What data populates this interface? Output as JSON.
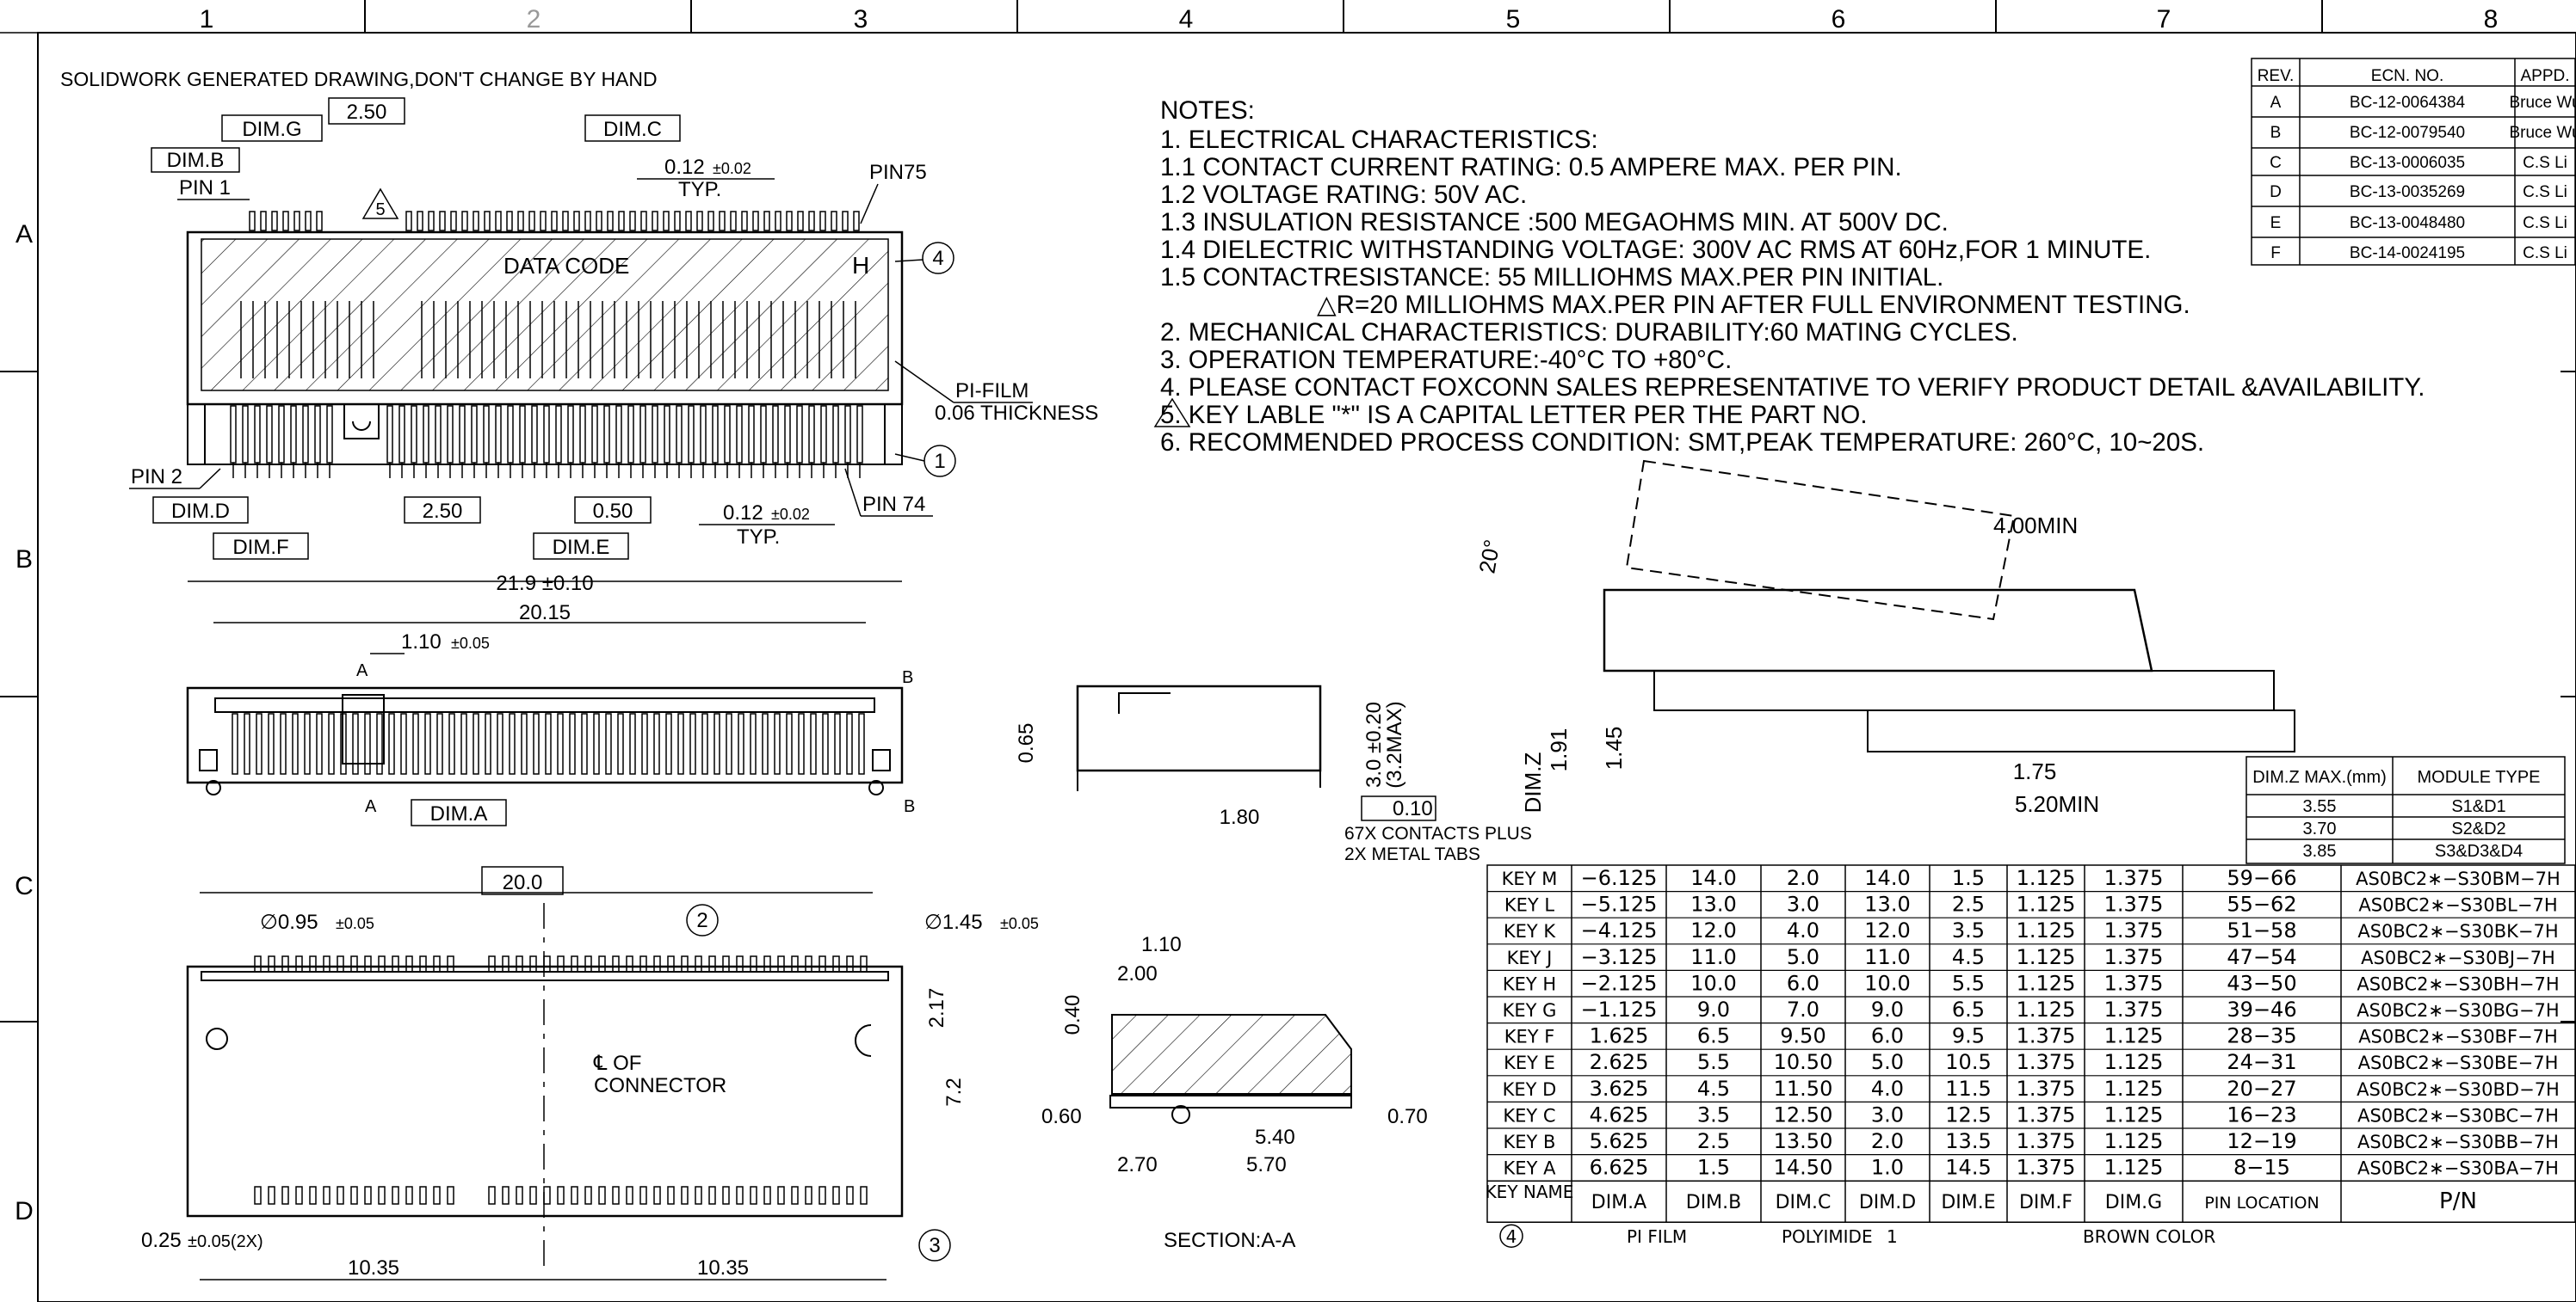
{
  "frame": {
    "col_labels": [
      "1",
      "2",
      "3",
      "4",
      "5",
      "6",
      "7",
      "8"
    ],
    "row_labels": [
      "A",
      "B",
      "C",
      "D"
    ]
  },
  "header_note": "SOLIDWORK GENERATED DRAWING,DON'T CHANGE BY HAND",
  "notes": {
    "title": "NOTES:",
    "lines": [
      "1. ELECTRICAL CHARACTERISTICS:",
      "1.1 CONTACT CURRENT RATING: 0.5 AMPERE MAX. PER PIN.",
      "1.2 VOLTAGE RATING: 50V AC.",
      "1.3 INSULATION RESISTANCE :500 MEGAOHMS MIN. AT 500V DC.",
      "1.4 DIELECTRIC WITHSTANDING VOLTAGE: 300V AC RMS AT 60Hz,FOR 1 MINUTE.",
      "1.5 CONTACTRESISTANCE: 55 MILLIOHMS MAX.PER PIN INITIAL.",
      "△R=20 MILLIOHMS MAX.PER PIN AFTER FULL ENVIRONMENT TESTING.",
      "2. MECHANICAL CHARACTERISTICS: DURABILITY:60 MATING CYCLES.",
      "3. OPERATION TEMPERATURE:-40°C TO +80°C.",
      "4. PLEASE CONTACT FOXCONN SALES REPRESENTATIVE TO VERIFY PRODUCT DETAIL &AVAILABILITY.",
      "5. KEY LABLE \"*\" IS A CAPITAL LETTER PER THE PART NO.",
      "6. RECOMMENDED PROCESS CONDITION: SMT,PEAK TEMPERATURE: 260°C, 10~20S."
    ]
  },
  "revisions": {
    "headers": [
      "REV.",
      "ECN. NO.",
      "APPD."
    ],
    "rows": [
      [
        "A",
        "BC-12-0064384",
        "Bruce Wu"
      ],
      [
        "B",
        "BC-12-0079540",
        "Bruce Wu"
      ],
      [
        "C",
        "BC-13-0006035",
        "C.S Li"
      ],
      [
        "D",
        "BC-13-0035269",
        "C.S Li"
      ],
      [
        "E",
        "BC-13-0048480",
        "C.S Li"
      ],
      [
        "F",
        "BC-14-0024195",
        "C.S Li"
      ]
    ]
  },
  "dimz_table": {
    "headers": [
      "DIM.Z MAX.(mm)",
      "MODULE TYPE"
    ],
    "rows": [
      [
        "3.55",
        "S1&D1"
      ],
      [
        "3.70",
        "S2&D2"
      ],
      [
        "3.85",
        "S3&D3&D4"
      ]
    ]
  },
  "key_table": {
    "rows": [
      [
        "KEY M",
        "−6.125",
        "14.0",
        "2.0",
        "14.0",
        "1.5",
        "1.125",
        "1.375",
        "59−66",
        "AS0BC2∗−S30BM−7H"
      ],
      [
        "KEY L",
        "−5.125",
        "13.0",
        "3.0",
        "13.0",
        "2.5",
        "1.125",
        "1.375",
        "55−62",
        "AS0BC2∗−S30BL−7H"
      ],
      [
        "KEY K",
        "−4.125",
        "12.0",
        "4.0",
        "12.0",
        "3.5",
        "1.125",
        "1.375",
        "51−58",
        "AS0BC2∗−S30BK−7H"
      ],
      [
        "KEY J",
        "−3.125",
        "11.0",
        "5.0",
        "11.0",
        "4.5",
        "1.125",
        "1.375",
        "47−54",
        "AS0BC2∗−S30BJ−7H"
      ],
      [
        "KEY H",
        "−2.125",
        "10.0",
        "6.0",
        "10.0",
        "5.5",
        "1.125",
        "1.375",
        "43−50",
        "AS0BC2∗−S30BH−7H"
      ],
      [
        "KEY G",
        "−1.125",
        "9.0",
        "7.0",
        "9.0",
        "6.5",
        "1.125",
        "1.375",
        "39−46",
        "AS0BC2∗−S30BG−7H"
      ],
      [
        "KEY F",
        "1.625",
        "6.5",
        "9.50",
        "6.0",
        "9.5",
        "1.375",
        "1.125",
        "28−35",
        "AS0BC2∗−S30BF−7H"
      ],
      [
        "KEY E",
        "2.625",
        "5.5",
        "10.50",
        "5.0",
        "10.5",
        "1.375",
        "1.125",
        "24−31",
        "AS0BC2∗−S30BE−7H"
      ],
      [
        "KEY D",
        "3.625",
        "4.5",
        "11.50",
        "4.0",
        "11.5",
        "1.375",
        "1.125",
        "20−27",
        "AS0BC2∗−S30BD−7H"
      ],
      [
        "KEY C",
        "4.625",
        "3.5",
        "12.50",
        "3.0",
        "12.5",
        "1.375",
        "1.125",
        "16−23",
        "AS0BC2∗−S30BC−7H"
      ],
      [
        "KEY B",
        "5.625",
        "2.5",
        "13.50",
        "2.0",
        "13.5",
        "1.375",
        "1.125",
        "12−19",
        "AS0BC2∗−S30BB−7H"
      ],
      [
        "KEY A",
        "6.625",
        "1.5",
        "14.50",
        "1.0",
        "14.5",
        "1.375",
        "1.125",
        "8−15",
        "AS0BC2∗−S30BA−7H"
      ]
    ],
    "footer": [
      "KEY NAME",
      "DIM.A",
      "DIM.B",
      "DIM.C",
      "DIM.D",
      "DIM.E",
      "DIM.F",
      "DIM.G",
      "PIN LOCATION",
      "P/N"
    ],
    "bom_row": [
      "4",
      "PI FILM",
      "POLYIMIDE",
      "1",
      "BROWN COLOR"
    ]
  },
  "labels": {
    "dim_g": "DIM.G",
    "dim_c": "DIM.C",
    "dim_b": "DIM.B",
    "dim_d": "DIM.D",
    "dim_f": "DIM.F",
    "dim_e": "DIM.E",
    "dim_a": "DIM.A",
    "v250_top": "2.50",
    "v250_bot": "2.50",
    "v050": "0.50",
    "v012": "0.12",
    "v012_tol": "±0.02",
    "typ": "TYP.",
    "v012b": "0.12",
    "v012b_tol": "±0.02",
    "typ_b": "TYP.",
    "pin1": "PIN 1",
    "pin75": "PIN75",
    "pin2": "PIN 2",
    "pin74": "PIN 74",
    "data_code": "DATA CODE",
    "h_mark": "H",
    "pi_film": "PI-FILM",
    "thickness": "0.06 THICKNESS",
    "tri5": "5",
    "c4": "4",
    "c1": "1",
    "c2": "2",
    "c3": "3",
    "d219": "21.9 ±0.10",
    "d2015": "20.15",
    "d110": "1.10",
    "d110_tol": "±0.05",
    "sec_a1": "A",
    "sec_a2": "A",
    "sec_b1": "B",
    "sec_b2": "B",
    "d065": "0.65",
    "d180": "1.80",
    "d30": "3.0 ±0.20",
    "d32": "(3.2MAX)",
    "flat": "0.10",
    "contacts1": "67X CONTACTS PLUS",
    "contacts2": "2X METAL TABS",
    "d200": "20.0",
    "phi095": "∅0.95",
    "phi095_tol": "±0.05",
    "phi145": "∅1.45",
    "phi145_tol": "±0.05",
    "d217": "2.17",
    "d72": "7.2",
    "cl1": "℄ OF",
    "cl2": "CONNECTOR",
    "d025": "0.25",
    "d025_tol": "±0.05(2X)",
    "d1035a": "10.35",
    "d1035b": "10.35",
    "s110": "1.10",
    "s200": "2.00",
    "s040": "0.40",
    "s060": "0.60",
    "s070": "0.70",
    "s540": "5.40",
    "s270": "2.70",
    "s570": "5.70",
    "section": "SECTION:A-A",
    "ang20": "20°",
    "min400": "4.00MIN",
    "dimz": "DIM.Z",
    "d191": "1.91",
    "d145": "1.45",
    "d175": "1.75",
    "min520": "5.20MIN"
  }
}
